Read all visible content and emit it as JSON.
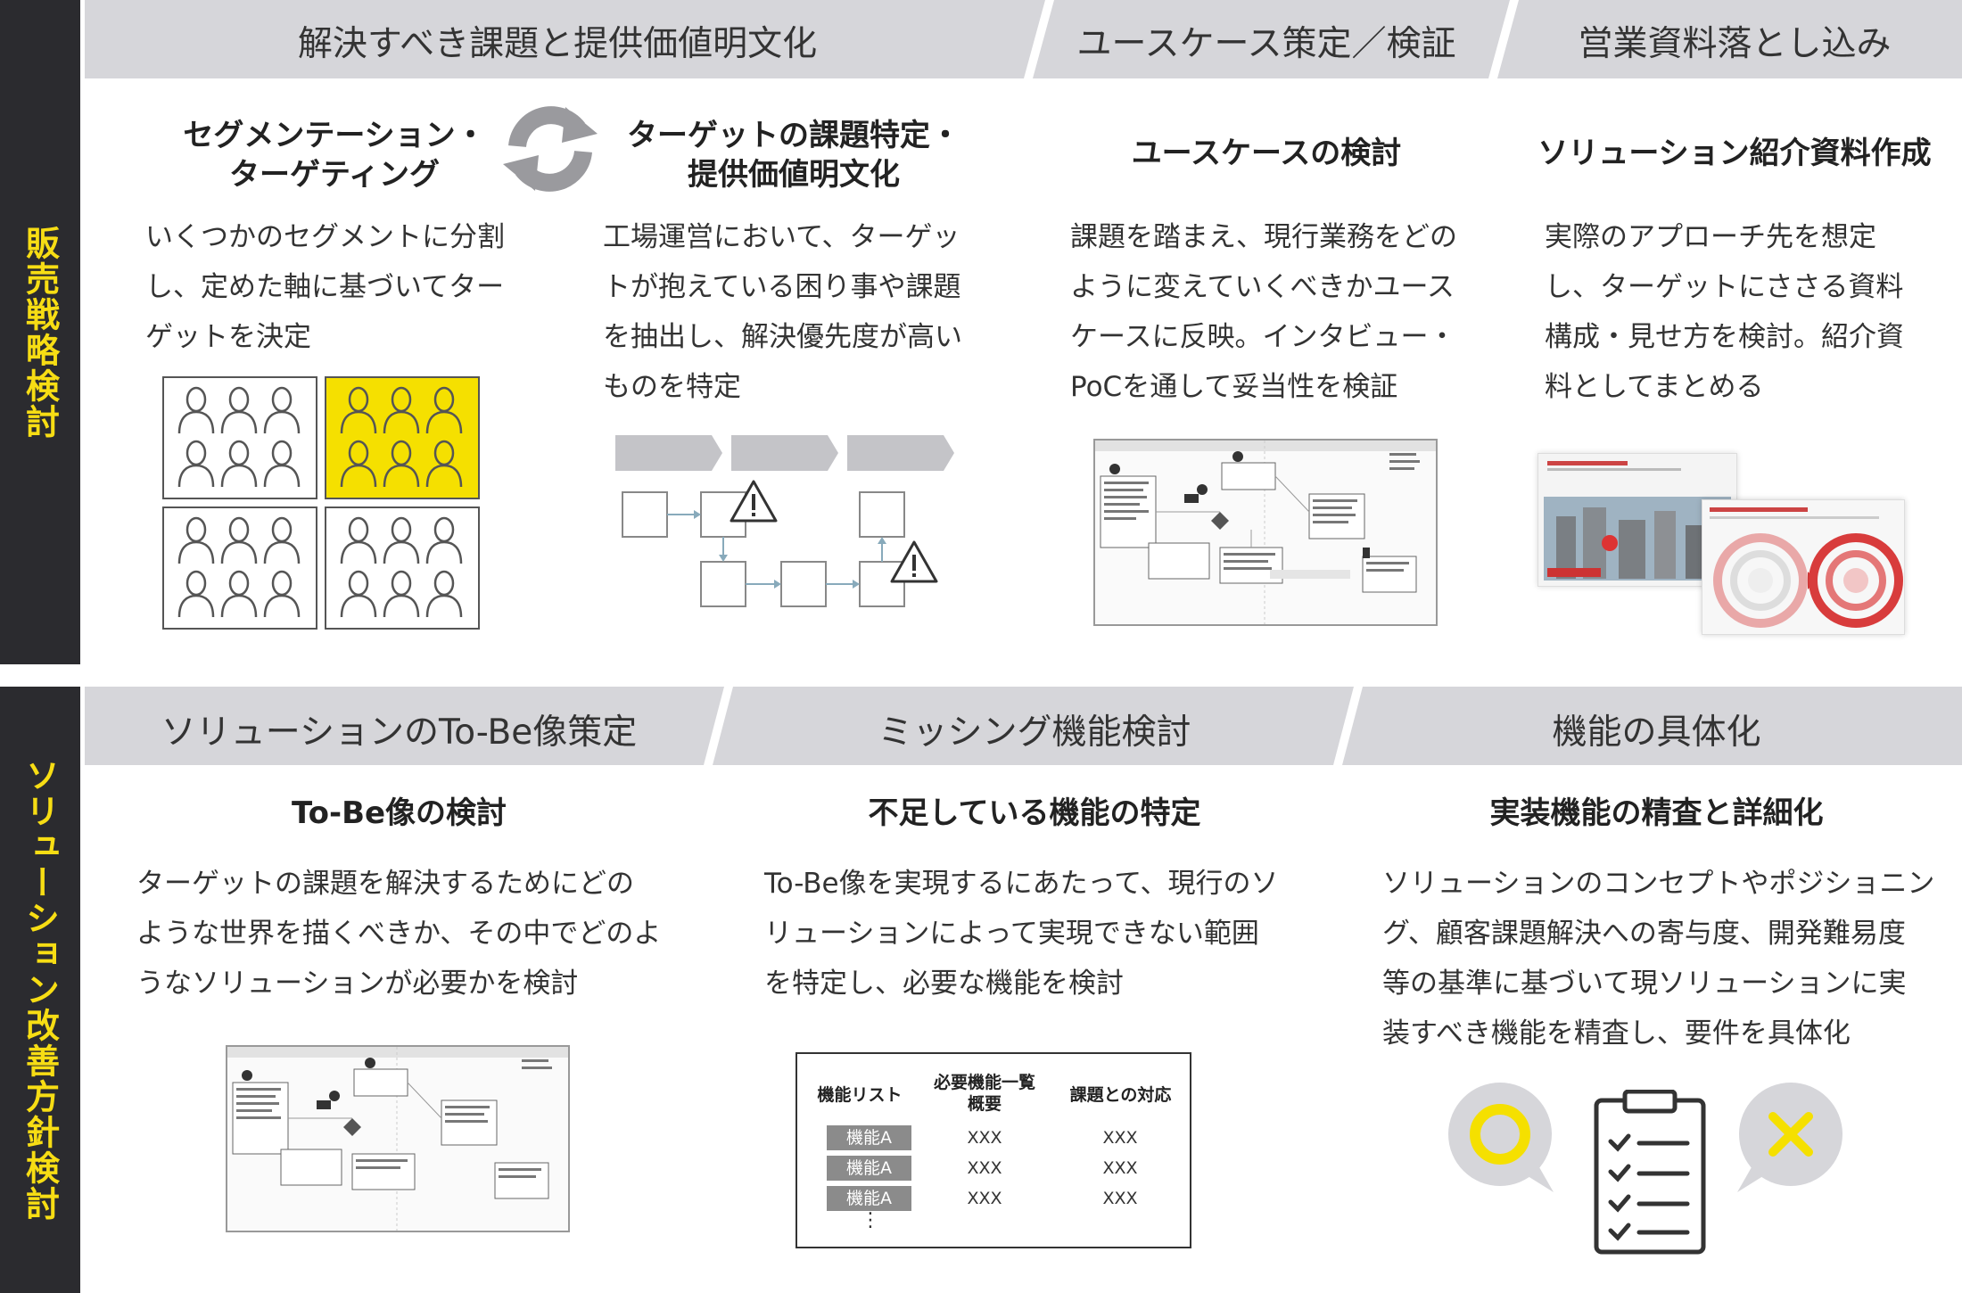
{
  "sidebars": {
    "top": "販売戦略検討",
    "bottom": "ソリューション改善方針検討"
  },
  "top_row": {
    "headers": [
      "解決すべき課題と提供価値明文化",
      "ユースケース策定／検証",
      "営業資料落とし込み"
    ],
    "col1": {
      "title_line1": "セグメンテーション・",
      "title_line2": "ターゲティング",
      "desc": [
        "いくつかのセグメントに分割",
        "し、定めた軸に基づいてター",
        "ゲットを決定"
      ]
    },
    "col2": {
      "title_line1": "ターゲットの課題特定・",
      "title_line2": "提供価値明文化",
      "desc": [
        "工場運営において、ターゲッ",
        "トが抱えている困り事や課題",
        "を抽出し、解決優先度が高い",
        "ものを特定"
      ]
    },
    "col3": {
      "title": "ユースケースの検討",
      "desc": [
        "課題を踏まえ、現行業務をどの",
        "ように変えていくべきかユース",
        "ケースに反映。インタビュー・",
        "PoCを通して妥当性を検証"
      ]
    },
    "col4": {
      "title": "ソリューション紹介資料作成",
      "desc": [
        "実際のアプローチ先を想定",
        "し、ターゲットにささる資料",
        "構成・見せ方を検討。紹介資",
        "料としてまとめる"
      ]
    }
  },
  "bottom_row": {
    "headers": [
      "ソリューションのTo-Be像策定",
      "ミッシング機能検討",
      "機能の具体化"
    ],
    "col1": {
      "title": "To-Be像の検討",
      "desc": [
        "ターゲットの課題を解決するためにどの",
        "ような世界を描くべきか、その中でどのよ",
        "うなソリューションが必要かを検討"
      ]
    },
    "col2": {
      "title": "不足している機能の特定",
      "desc": [
        "To-Be像を実現するにあたって、現行のソ",
        "リューションによって実現できない範囲",
        "を特定し、必要な機能を検討"
      ]
    },
    "col3": {
      "title": "実装機能の精査と詳細化",
      "desc": [
        "ソリューションのコンセプトやポジショニン",
        "グ、顧客課題解決への寄与度、開発難易度",
        "等の基準に基づいて現ソリューションに実",
        "装すべき機能を精査し、要件を具体化"
      ]
    }
  },
  "feature_table": {
    "headers": [
      "機能リスト",
      "必要機能一覧\n概要",
      "課題との対応"
    ],
    "rows": [
      {
        "name": "機能A",
        "summary": "XXX",
        "issue": "XXX"
      },
      {
        "name": "機能A",
        "summary": "XXX",
        "issue": "XXX"
      },
      {
        "name": "機能A",
        "summary": "XXX",
        "issue": "XXX"
      }
    ],
    "ellipsis": "⋮"
  },
  "colors": {
    "accent": "#f5e000",
    "sidebar": "#2b2b2f",
    "band": "#d6d6da"
  },
  "icons": [
    "cycle-arrows-icon",
    "person-icon",
    "warning-icon",
    "circle-ok-icon",
    "clipboard-checklist-icon",
    "cross-ng-icon"
  ]
}
